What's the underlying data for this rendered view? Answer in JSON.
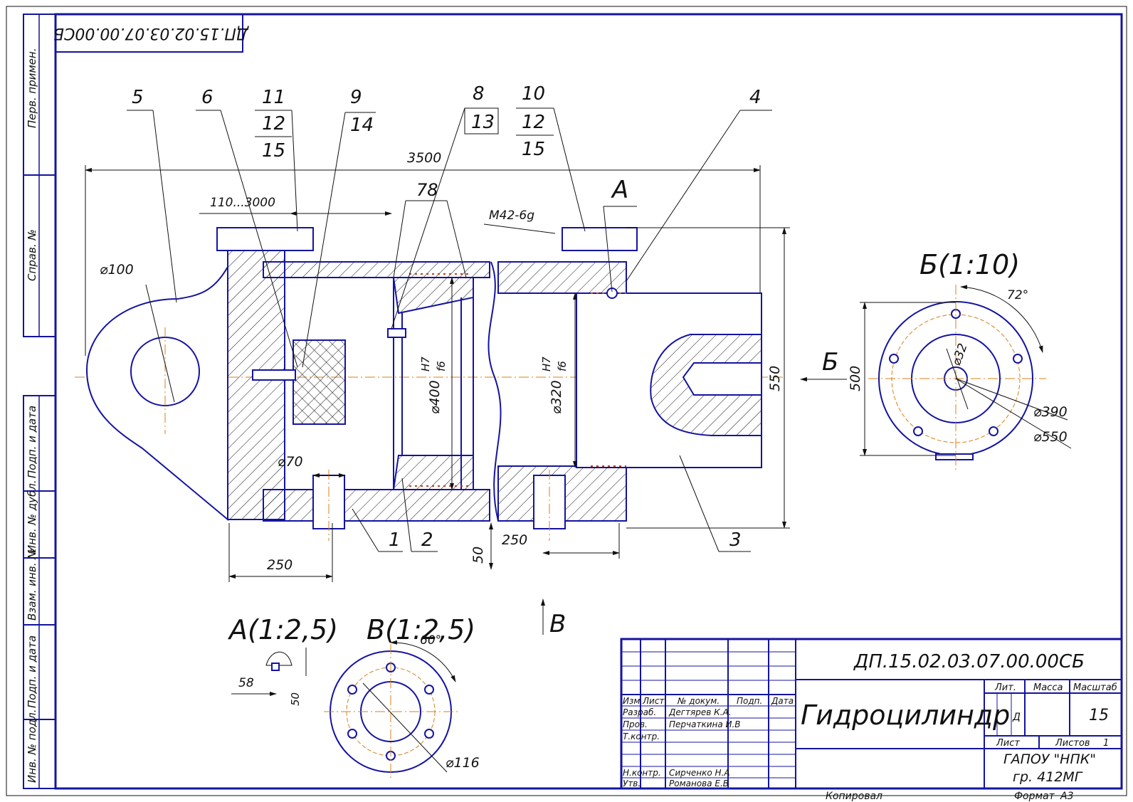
{
  "drawing": {
    "designation": "ДП.15.02.03.07.00.00СБ",
    "stamp_designation": "ДП.15.02.03.07.00.00СБ",
    "title": "Гидроцилиндр",
    "lit_value": "Д",
    "scale_value": "15",
    "sheets_value": "1",
    "organization": "ГАПОУ \"НПК\"",
    "group": "гр. 412МГ",
    "format": "А3"
  },
  "side_strip": {
    "perv_primen": "Перв. примен.",
    "sprav_no": "Справ. №",
    "podp_data_1": "Подп. и дата",
    "inv_dubl": "Инв. № дубл.",
    "vzam_inv": "Взам. инв. №",
    "podp_data_2": "Подп. и дата",
    "inv_podl": "Инв. № подл."
  },
  "title_block": {
    "col_izm": "Изм",
    "col_list": "Лист",
    "col_dokum": "№ докум.",
    "col_podp": "Подп.",
    "col_data": "Дата",
    "razrab_label": "Разраб.",
    "razrab_name": "Дегтярев К.А.",
    "prov_label": "Пров.",
    "prov_name": "Перчаткина И.В",
    "tkontr_label": "Т.контр.",
    "nkontr_label": "Н.контр.",
    "nkontr_name": "Сирченко Н.А",
    "utv_label": "Утв.",
    "utv_name": "Романова Е.В",
    "lit_label": "Лит.",
    "massa_label": "Масса",
    "masshtab_label": "Масштаб",
    "list_label": "Лист",
    "listov_label": "Листов",
    "kopiroval": "Копировал",
    "format_label": "Формат"
  },
  "positions": {
    "p1": "1",
    "p2": "2",
    "p3": "3",
    "p4": "4",
    "p5": "5",
    "p6": "6",
    "p11": "11",
    "p12a": "12",
    "p15a": "15",
    "p9": "9",
    "p14": "14",
    "p8": "8",
    "p13": "13",
    "p10": "10",
    "p12b": "12",
    "p15b": "15"
  },
  "dimensions": {
    "length_3500": "3500",
    "stroke_range": "110...3000",
    "thread": "М42-6g",
    "d100": "⌀100",
    "d70": "⌀70",
    "d400": "⌀400",
    "fit_h7": "H7",
    "fit_f6": "f6",
    "d320": "⌀320",
    "h550": "550",
    "w250_left": "250",
    "w250_right": "250",
    "h50": "50",
    "h500": "500",
    "d32": "⌀32",
    "d390": "⌀390",
    "d550": "⌀550",
    "angle72": "72°",
    "d58": "58",
    "d50": "50",
    "angle60": "60°",
    "d116": "⌀116",
    "weld_78": "78"
  },
  "views": {
    "section_a_mark": "А",
    "arrow_b": "Б",
    "arrow_v": "В",
    "view_b": "Б(1:10)",
    "view_a": "А(1:2,5)",
    "view_v": "В(1:2,5)"
  }
}
